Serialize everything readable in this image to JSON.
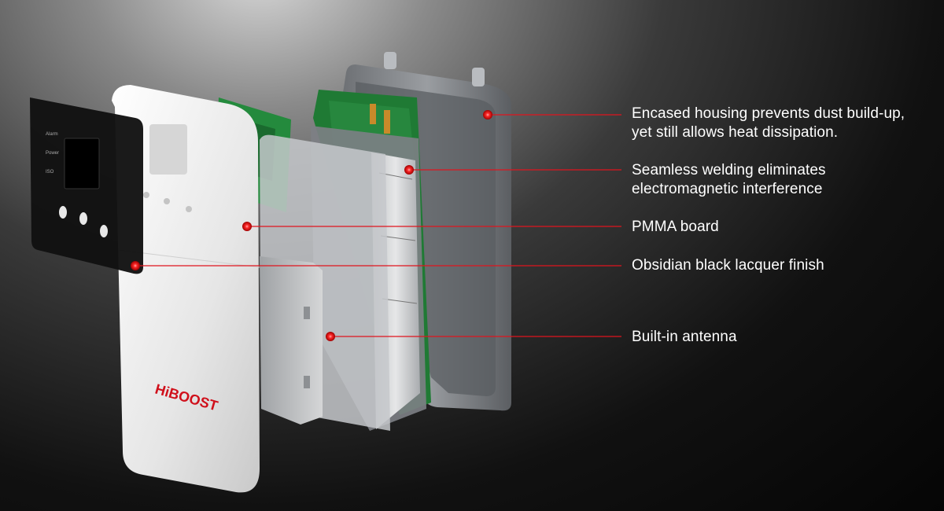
{
  "product": {
    "brand_logo": "HiBOOST",
    "panel_indicators": [
      "Alarm",
      "Power",
      "ISO"
    ]
  },
  "callouts": [
    {
      "id": "housing",
      "lines": [
        "Encased housing prevents dust build-up,",
        "yet still allows heat dissipation."
      ]
    },
    {
      "id": "welding",
      "lines": [
        "Seamless welding eliminates",
        "electromagnetic interference"
      ]
    },
    {
      "id": "pmma",
      "lines": [
        "PMMA board"
      ]
    },
    {
      "id": "lacquer",
      "lines": [
        "Obsidian black lacquer finish"
      ]
    },
    {
      "id": "antenna",
      "lines": [
        "Built-in antenna"
      ]
    }
  ],
  "colors": {
    "callout_line": "#e0141e",
    "callout_dot": "#ff2a2a",
    "label_text": "#ffffff",
    "pcb_green": "#1f7a34",
    "housing_grey": "#8c8f93",
    "front_white": "#eeeeee",
    "panel_black": "#111111",
    "brand_red": "#d0101b"
  }
}
